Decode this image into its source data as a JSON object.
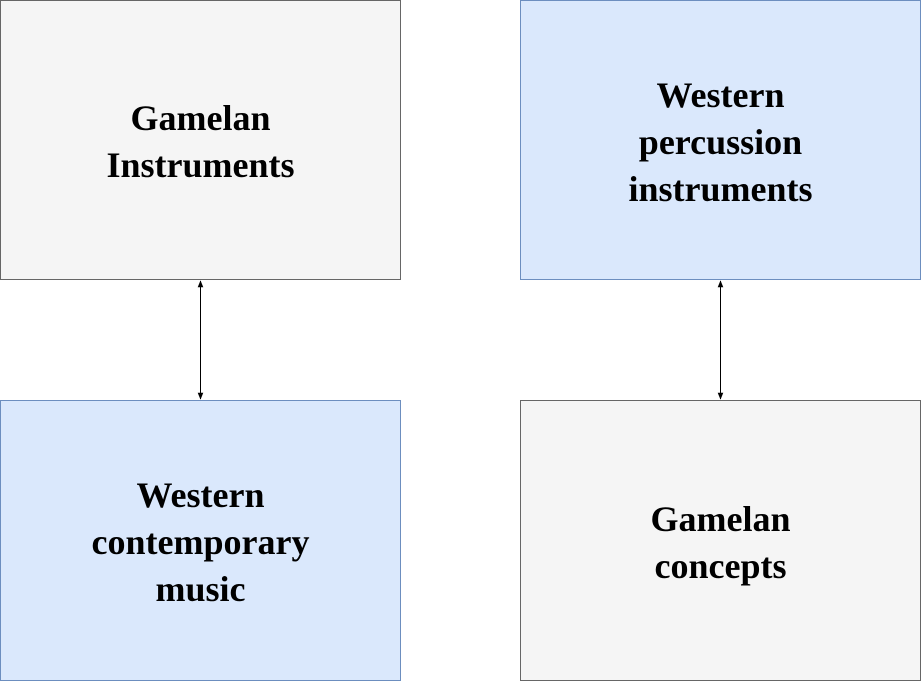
{
  "diagram": {
    "nodes": [
      {
        "id": "gamelan-instruments",
        "label": "Gamelan\nInstruments",
        "fill": "#f5f5f5",
        "stroke": "#666666"
      },
      {
        "id": "western-percussion",
        "label": "Western\npercussion\ninstruments",
        "fill": "#dae8fc",
        "stroke": "#6c8ebf"
      },
      {
        "id": "western-contemporary",
        "label": "Western\ncontemporary\nmusic",
        "fill": "#dae8fc",
        "stroke": "#6c8ebf"
      },
      {
        "id": "gamelan-concepts",
        "label": "Gamelan\nconcepts",
        "fill": "#f5f5f5",
        "stroke": "#666666"
      }
    ],
    "edges": [
      {
        "from": "gamelan-instruments",
        "to": "western-contemporary",
        "direction": "both"
      },
      {
        "from": "western-percussion",
        "to": "gamelan-concepts",
        "direction": "both"
      }
    ]
  }
}
